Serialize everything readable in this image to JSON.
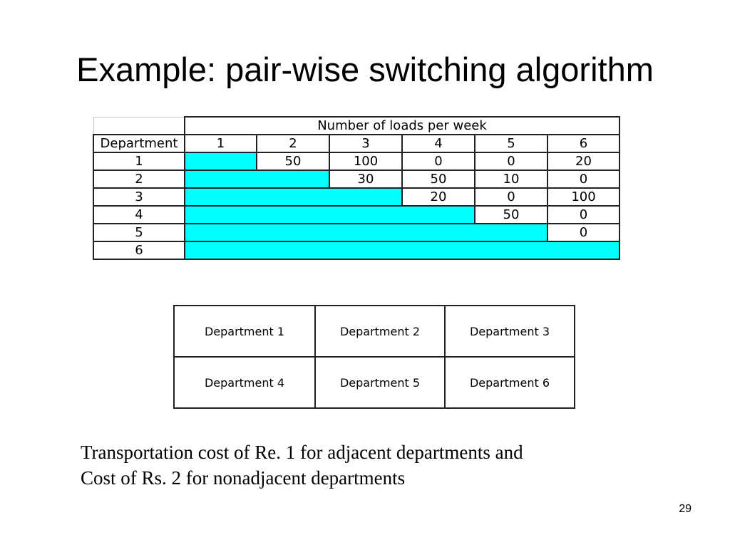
{
  "slide": {
    "title": "Example: pair-wise switching algorithm",
    "page_number": "29"
  },
  "load_table": {
    "group_header": "Number of loads per week",
    "corner_label": "Department",
    "column_headers": [
      "1",
      "2",
      "3",
      "4",
      "5",
      "6"
    ],
    "rows": [
      {
        "label": "1",
        "values": [
          "50",
          "100",
          "0",
          "0",
          "20"
        ]
      },
      {
        "label": "2",
        "values": [
          "30",
          "50",
          "10",
          "0"
        ]
      },
      {
        "label": "3",
        "values": [
          "20",
          "0",
          "100"
        ]
      },
      {
        "label": "4",
        "values": [
          "50",
          "0"
        ]
      },
      {
        "label": "5",
        "values": [
          "0"
        ]
      },
      {
        "label": "6",
        "values": []
      }
    ],
    "fill_color": "#00ffff"
  },
  "layout_grid": {
    "cells": [
      [
        "Department 1",
        "Department 2",
        "Department 3"
      ],
      [
        "Department 4",
        "Department 5",
        "Department 6"
      ]
    ]
  },
  "note": {
    "line1": "Transportation cost of Re. 1 for adjacent departments and",
    "line2": "Cost of Rs. 2 for nonadjacent departments"
  }
}
